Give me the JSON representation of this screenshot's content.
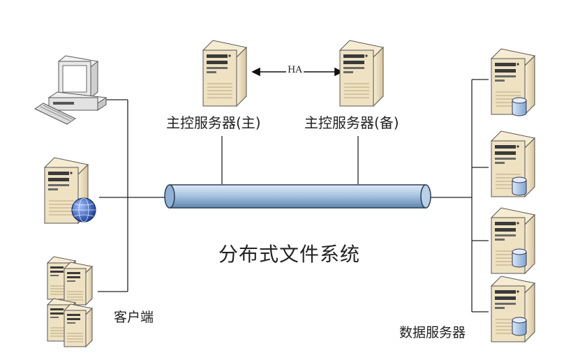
{
  "diagram": {
    "ha_label": "HA",
    "master_primary_label": "主控服务器(主)",
    "master_backup_label": "主控服务器(备)",
    "dfs_label": "分布式文件系统",
    "client_label": "客户端",
    "data_server_label": "数据服务器"
  },
  "nodes": {
    "clients": [
      "pc-workstation-icon",
      "web-server-icon",
      "server-cluster-icon"
    ],
    "masters": [
      "master-server-icon",
      "master-server-icon"
    ],
    "data_servers": [
      "data-server-icon",
      "data-server-icon",
      "data-server-icon",
      "data-server-icon"
    ]
  },
  "colors": {
    "server_body": "#efe2c2",
    "server_front": "#d9c7a0",
    "pipe_fill": "#9fbfdc",
    "disk": "#a8c8e8",
    "line": "#222222"
  }
}
